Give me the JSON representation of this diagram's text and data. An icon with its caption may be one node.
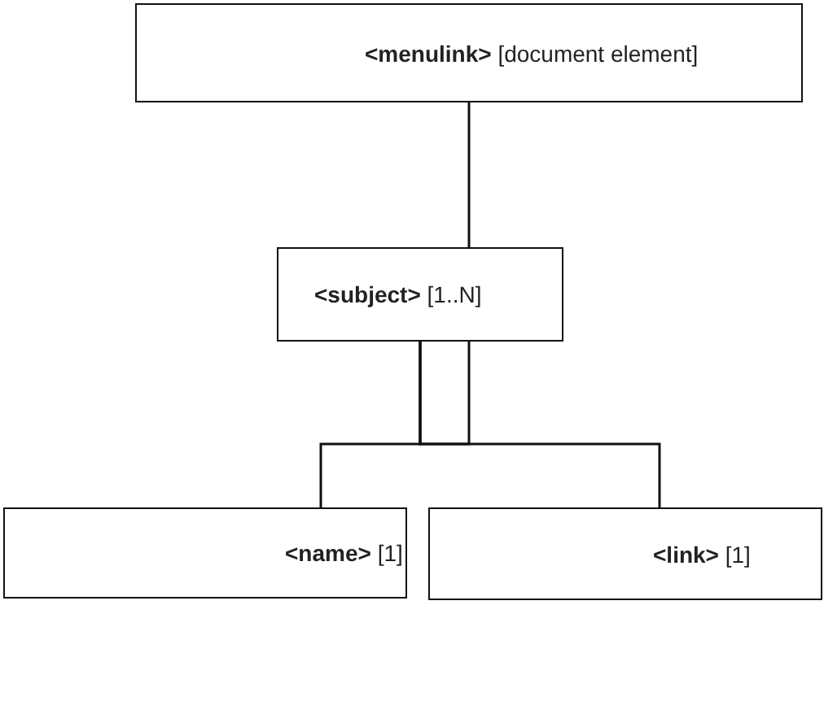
{
  "diagram": {
    "nodes": [
      {
        "text": [
          "**<menulink>** [document element]"
        ]
      },
      {
        "text": [
          "**<subject>** [1..N]"
        ]
      },
      {
        "text": [
          "**<name>** [1]"
        ]
      },
      {
        "text": [
          "**<link>** [1]"
        ]
      }
    ],
    "edges": [
      {
        "from": 0,
        "to": 1,
        "arrow": "none"
      },
      {
        "from": 1,
        "to": 2,
        "arrow": "none"
      },
      {
        "from": 1,
        "to": 3,
        "arrow": "none"
      }
    ]
  }
}
